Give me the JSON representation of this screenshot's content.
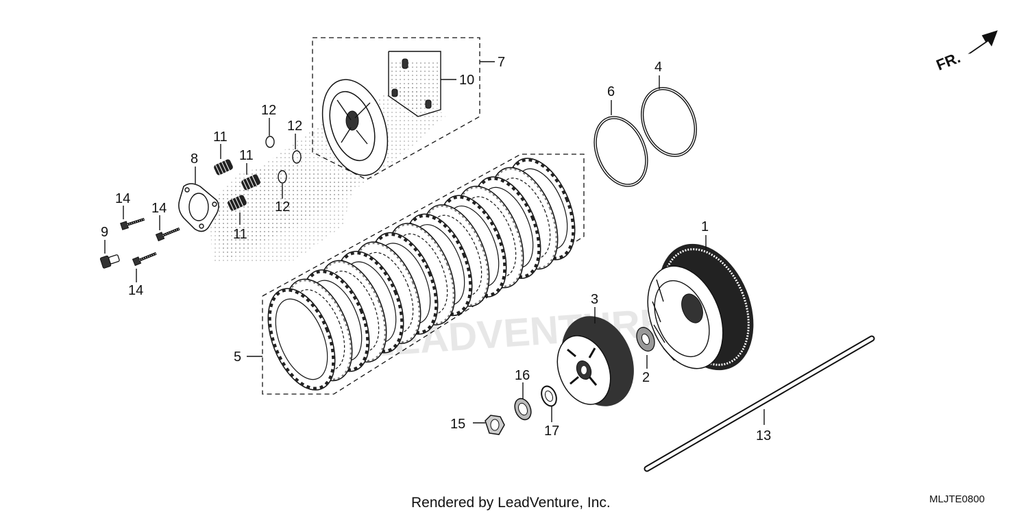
{
  "diagram": {
    "footer_text": "Rendered by LeadVenture, Inc.",
    "diagram_code": "MLJTE0800",
    "direction_label": "FR.",
    "watermark_text": "LEADVENTURE",
    "callouts": {
      "c1": "1",
      "c2": "2",
      "c3": "3",
      "c4": "4",
      "c5": "5",
      "c6": "6",
      "c7": "7",
      "c8": "8",
      "c9": "9",
      "c10": "10",
      "c11a": "11",
      "c11b": "11",
      "c11c": "11",
      "c12a": "12",
      "c12b": "12",
      "c12c": "12",
      "c13": "13",
      "c14a": "14",
      "c14b": "14",
      "c14c": "14",
      "c15": "15",
      "c16": "16",
      "c17": "17"
    }
  }
}
